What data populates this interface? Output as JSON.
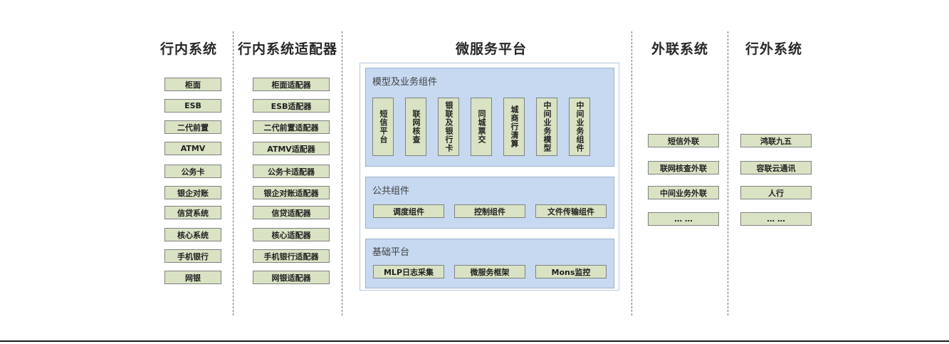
{
  "diagram": {
    "columns": [
      {
        "id": "internal-systems",
        "title": "行内系统",
        "nodes": [
          "柜面",
          "ESB",
          "二代前置",
          "ATMV",
          "公务卡",
          "银企对账",
          "信贷系统",
          "核心系统",
          "手机银行",
          "网银"
        ]
      },
      {
        "id": "internal-adapters",
        "title": "行内系统适配器",
        "nodes": [
          "柜面适配器",
          "ESB适配器",
          "二代前置适配器",
          "ATMV适配器",
          "公务卡适配器",
          "银企对账适配器",
          "信贷适配器",
          "核心适配器",
          "手机银行适配器",
          "网银适配器"
        ]
      },
      {
        "id": "microservice-platform",
        "title": "微服务平台",
        "panels": [
          {
            "id": "model-business-components",
            "title": "模型及业务组件",
            "orientation": "vertical",
            "nodes": [
              "短信平台",
              "联网核查",
              "银联及银行卡",
              "同城票交",
              "城商行清算",
              "中间业务模型",
              "中间业务组件"
            ]
          },
          {
            "id": "public-components",
            "title": "公共组件",
            "orientation": "horizontal",
            "nodes": [
              "调度组件",
              "控制组件",
              "文件传输组件"
            ]
          },
          {
            "id": "base-platform",
            "title": "基础平台",
            "orientation": "horizontal",
            "nodes": [
              "MLP日志采集",
              "微服务框架",
              "Mons监控"
            ]
          }
        ]
      },
      {
        "id": "external-liaison-systems",
        "title": "外联系统",
        "nodes": [
          "短信外联",
          "联网核查外联",
          "中间业务外联",
          "… …"
        ]
      },
      {
        "id": "outside-bank-systems",
        "title": "行外系统",
        "nodes": [
          "鸿联九五",
          "容联云通讯",
          "人行",
          "… …"
        ]
      }
    ],
    "colors": {
      "node_fill": "#d9e3c4",
      "node_border": "#808080",
      "panel_fill": "#c6d9f0",
      "panel_border": "#9cb3cc",
      "divider": "#6f6f6f",
      "title_text": "#262626"
    }
  }
}
